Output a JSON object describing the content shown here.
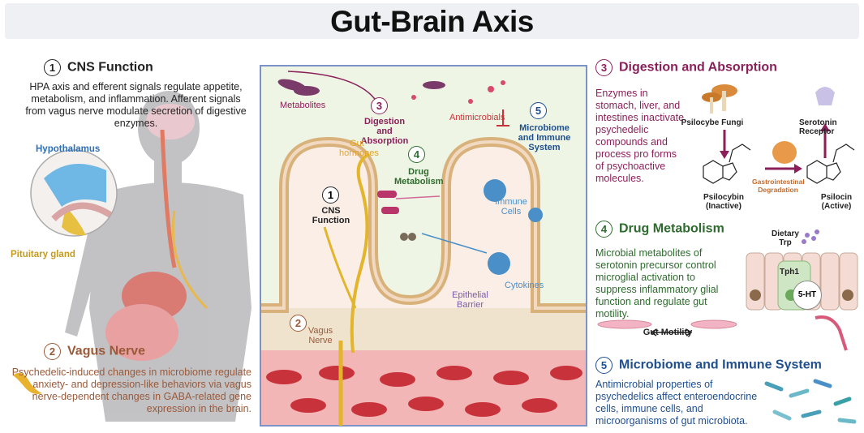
{
  "title": "Gut-Brain Axis",
  "left": {
    "cns": {
      "num": "1",
      "heading": "CNS Function",
      "text": "HPA axis and efferent signals regulate appetite, metabolism, and inflammation. Afferent signals from vagus nerve modulate secretion of digestive enzymes."
    },
    "hypothalamus": "Hypothalamus",
    "pituitary": "Pituitary gland",
    "vagus": {
      "num": "2",
      "heading": "Vagus Nerve",
      "text": "Psychedelic-induced changes in microbiome regulate anxiety- and depression-like behaviors via vagus nerve-dependent changes in GABA-related gene expression in the brain."
    }
  },
  "center": {
    "metabolites": "Metabolites",
    "digestion_num": "3",
    "digestion": "Digestion and Absorption",
    "antimicrobials": "Antimicrobials",
    "microbiome_num": "5",
    "microbiome": "Microbiome and Immune System",
    "gut_hormones": "Gut hormones",
    "drug_num": "4",
    "drug": "Drug Metabolism",
    "cns_num": "1",
    "cns": "CNS Function",
    "immune_cells": "Immune Cells",
    "cytokines": "Cytokines",
    "epithelial": "Epithelial Barrier",
    "vagus_num": "2",
    "vagus": "Vagus Nerve"
  },
  "right": {
    "digestion": {
      "num": "3",
      "heading": "Digestion and Absorption",
      "text": "Enzymes in stomach, liver, and intestines inactivate psychedelic compounds and process pro forms of psychoactive molecules.",
      "fungi": "Psilocybe Fungi",
      "serotonin_receptor": "Serotonin Receptor",
      "psilocybin": "Psilocybin (Inactive)",
      "psilocin": "Psilocin (Active)",
      "gi_degradation": "Gastrointestinal Degradation"
    },
    "drug": {
      "num": "4",
      "heading": "Drug Metabolism",
      "text": "Microbial metabolites of serotonin precursor control microglial activation to suppress inflammatory glial function and regulate gut motility.",
      "dietary_trp": "Dietary Trp",
      "tph1": "Tph1",
      "ht": "5-HT",
      "gut_motility": "Gut Motility"
    },
    "microbiome": {
      "num": "5",
      "heading": "Microbiome and Immune System",
      "text": "Antimicrobial properties of psychedelics affect enteroendocrine cells, immune cells, and microorganisms of gut microbiota."
    }
  },
  "colors": {
    "cns": "#222222",
    "vagus": "#9a5a3a",
    "digestion": "#8b1f5a",
    "drug": "#2e6b2e",
    "microbiome": "#1f4f8f",
    "hypothalamus": "#2f6fb5",
    "pituitary": "#c79a1a"
  }
}
